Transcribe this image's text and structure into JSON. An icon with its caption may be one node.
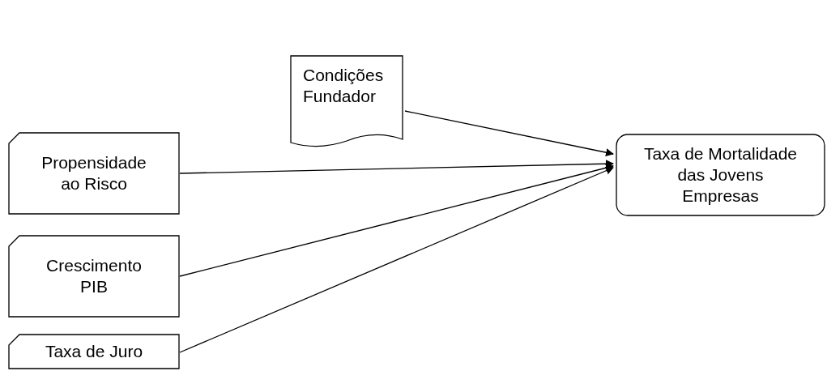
{
  "diagram": {
    "nodes": [
      {
        "text": [
          "Condições Fundador"
        ]
      },
      {
        "text": [
          "Taxa de Mortalidade das Jovens Empresas"
        ]
      },
      {
        "text": [
          "Propensidade ao Risco"
        ]
      },
      {
        "text": [
          "Crescimento PIB"
        ]
      },
      {
        "text": [
          "Taxa de Juro"
        ]
      }
    ],
    "edges": [
      {
        "from": 0,
        "to": 1,
        "arrow": "to"
      },
      {
        "from": 2,
        "to": 1,
        "arrow": "to"
      },
      {
        "from": 3,
        "to": 1,
        "arrow": "to"
      },
      {
        "from": 4,
        "to": 1,
        "arrow": "to"
      }
    ]
  }
}
